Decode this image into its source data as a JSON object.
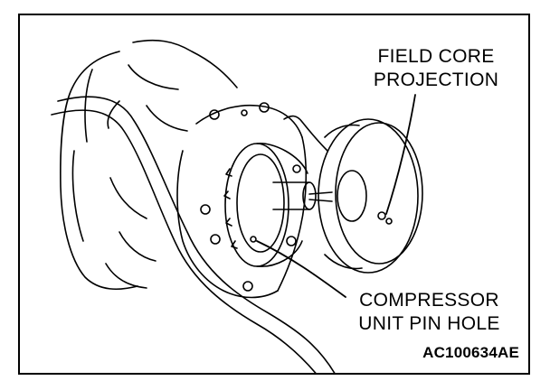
{
  "figure": {
    "labels": {
      "field_core_line1": "FIELD CORE",
      "field_core_line2": "PROJECTION",
      "pin_hole_line1": "COMPRESSOR",
      "pin_hole_line2": "UNIT PIN HOLE"
    },
    "figure_id": "AC100634AE"
  }
}
